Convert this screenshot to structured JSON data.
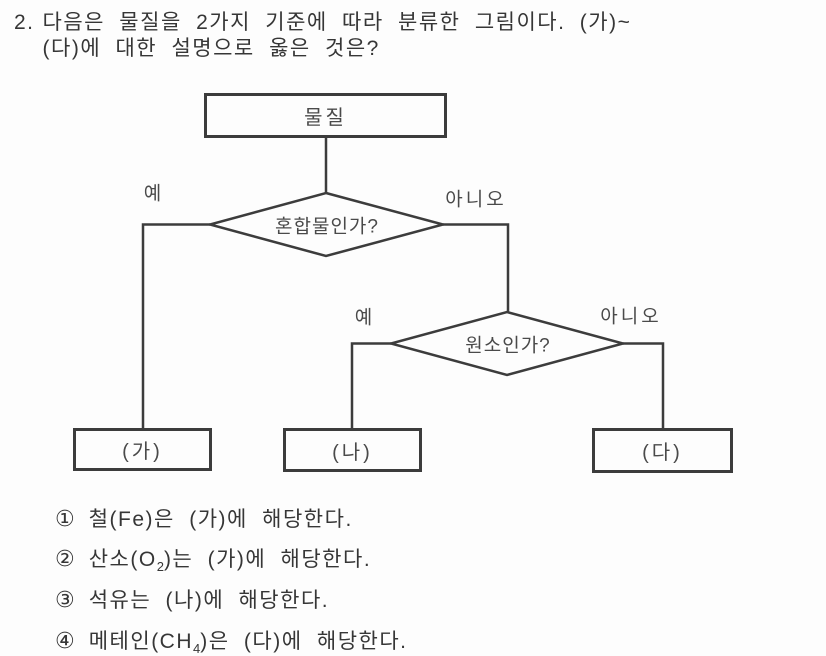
{
  "question": {
    "number": "2.",
    "line1": "다음은 물질을 2가지 기준에 따라 분류한 그림이다. (가)~",
    "line2": "(다)에 대한 설명으로 옳은 것은?"
  },
  "flowchart": {
    "root_label": "물질",
    "decision1_label": "혼합물인가?",
    "decision2_label": "원소인가?",
    "branch1_yes": "예",
    "branch1_no": "아니오",
    "branch2_yes": "예",
    "branch2_no": "아니오",
    "leaf_ga": "(가)",
    "leaf_na": "(나)",
    "leaf_da": "(다)"
  },
  "options": [
    {
      "num": "①",
      "pre": "철(Fe)은 (가)에 해당한다.",
      "sub": "",
      "post": ""
    },
    {
      "num": "②",
      "pre": "산소(O",
      "sub": "2",
      "post": ")는 (가)에 해당한다."
    },
    {
      "num": "③",
      "pre": "석유는 (나)에 해당한다.",
      "sub": "",
      "post": ""
    },
    {
      "num": "④",
      "pre": "메테인(CH",
      "sub": "4",
      "post": ")은 (다)에 해당한다."
    }
  ],
  "colors": {
    "ink": "#3c3c3c",
    "background": "#fdfdfd"
  }
}
